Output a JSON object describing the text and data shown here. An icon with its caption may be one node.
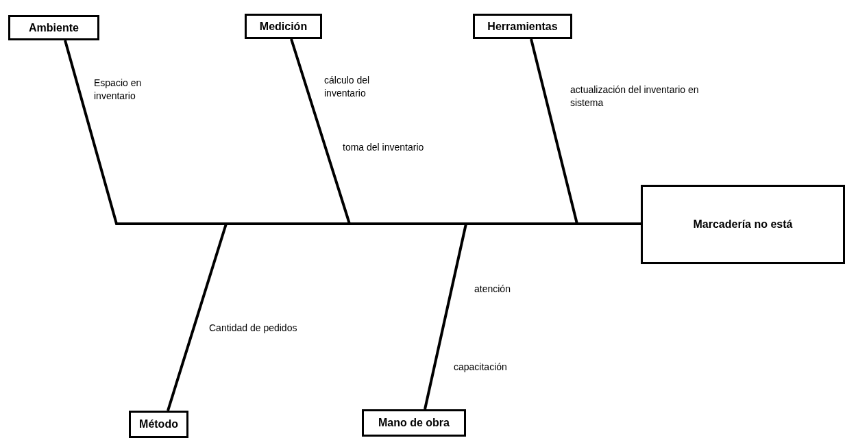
{
  "diagram": {
    "nodes": [
      {
        "text": [
          "Ambiente"
        ]
      },
      {
        "text": [
          "Medición"
        ]
      },
      {
        "text": [
          "Herramientas"
        ]
      },
      {
        "text": [
          "Marcadería no está"
        ]
      },
      {
        "text": [
          "Método"
        ]
      },
      {
        "text": [
          "Mano de obra"
        ]
      }
    ],
    "edges": [
      {
        "from": 0,
        "to": 3,
        "arrow": "none"
      },
      {
        "from": 1,
        "to": 3,
        "arrow": "none"
      },
      {
        "from": 2,
        "to": 3,
        "arrow": "none"
      },
      {
        "from": 4,
        "to": 3,
        "arrow": "none"
      },
      {
        "from": 5,
        "to": 3,
        "arrow": "none"
      }
    ],
    "labels": [
      "Espacio en inventario",
      "cálculo del inventario",
      "toma del inventario",
      "actualización del inventario en sistema",
      "Cantidad de pedidos",
      "atención",
      "capacitación"
    ]
  }
}
